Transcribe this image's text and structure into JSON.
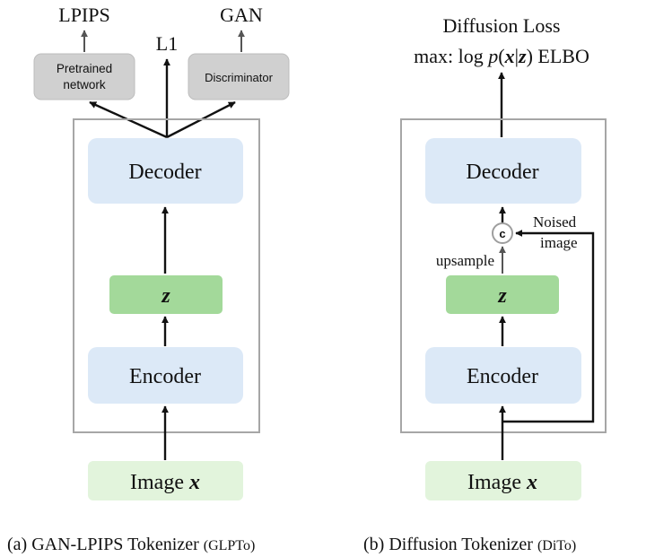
{
  "left": {
    "outputs": {
      "lpips": "LPIPS",
      "l1": "L1",
      "gan": "GAN"
    },
    "pretrained_line1": "Pretrained",
    "pretrained_line2": "network",
    "discriminator": "Discriminator",
    "decoder": "Decoder",
    "latent": "z",
    "encoder": "Encoder",
    "input_text": "Image ",
    "input_var": "x",
    "caption_main": "(a) GAN-LPIPS Tokenizer ",
    "caption_short": "(GLPTo)"
  },
  "right": {
    "loss_title": "Diffusion Loss",
    "objective": {
      "max": "max:",
      "log": "log",
      "p": "p",
      "open": "(",
      "x": "x",
      "bar": "|",
      "z": "z",
      "close": ")",
      "elbo": "ELBO"
    },
    "decoder": "Decoder",
    "concat": "c",
    "noised_line1": "Noised",
    "noised_line2": "image",
    "upsample": "upsample",
    "latent": "z",
    "encoder": "Encoder",
    "input_text": "Image ",
    "input_var": "x",
    "caption_main": "(b) Diffusion Tokenizer ",
    "caption_short": "(DiTo)"
  },
  "colors": {
    "blue_block": "#dce9f7",
    "green_latent": "#a3d99a",
    "green_input": "#e2f4dc",
    "gray_module": "#d0d0d0",
    "frame": "#a6a6a6"
  }
}
